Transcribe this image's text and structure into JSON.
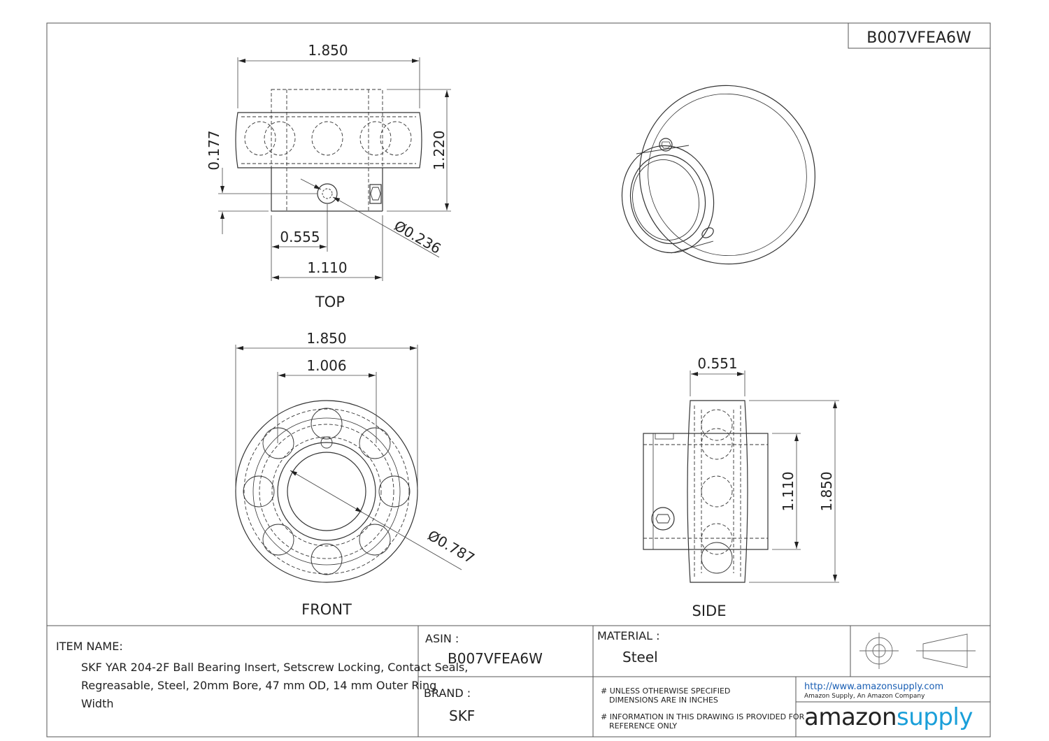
{
  "header": {
    "asin_box": "B007VFEA6W"
  },
  "views": {
    "top": {
      "label": "TOP",
      "dim_width": "1.850",
      "dim_height": "1.220",
      "dim_offset": "0.177",
      "dim_hole_pos": "0.555",
      "dim_inner_width": "1.110",
      "dim_hole_dia": "Ø0.236"
    },
    "front": {
      "label": "FRONT",
      "dim_outer": "1.850",
      "dim_inner": "1.006",
      "dim_bore": "Ø0.787"
    },
    "side": {
      "label": "SIDE",
      "dim_width": "0.551",
      "dim_inner_height": "1.110",
      "dim_outer_height": "1.850"
    }
  },
  "title_block": {
    "item_name_label": "ITEM NAME:",
    "item_name_lines": [
      "SKF YAR 204-2F Ball Bearing Insert, Setscrew Locking, Contact Seals,",
      "Regreasable, Steel, 20mm Bore, 47 mm OD, 14 mm Outer Ring",
      "Width"
    ],
    "asin_label": "ASIN :",
    "asin_value": "B007VFEA6W",
    "brand_label": "BRAND :",
    "brand_value": "SKF",
    "material_label": "MATERIAL :",
    "material_value": "Steel",
    "note1_lines": [
      "# UNLESS OTHERWISE SPECIFIED",
      "DIMENSIONS ARE IN INCHES"
    ],
    "note2_lines": [
      "# INFORMATION IN THIS DRAWING IS PROVIDED FOR",
      "REFERENCE ONLY"
    ],
    "url": "http://www.amazonsupply.com",
    "company": "Amazon Supply, An Amazon Company",
    "logo_word1": "amazon",
    "logo_word2": "supply",
    "colors": {
      "logo_dark": "#222222",
      "logo_blue": "#1a9fd9"
    }
  }
}
